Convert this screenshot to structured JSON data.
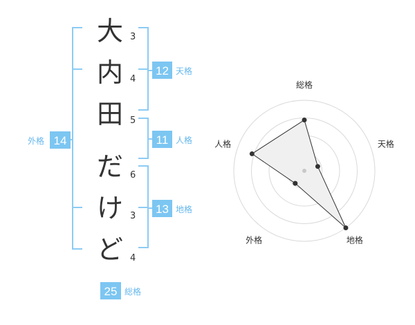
{
  "colors": {
    "accent": "#7cc6f2",
    "bracket": "#8ccbf4",
    "label": "#66b8ee",
    "text": "#333333",
    "polygon_fill": "#f0f0f0",
    "ring": "#d9d9d9"
  },
  "name": {
    "characters": [
      {
        "char": "大",
        "strokes": "3"
      },
      {
        "char": "内",
        "strokes": "4"
      },
      {
        "char": "田",
        "strokes": "5"
      },
      {
        "char": "だ",
        "strokes": "6"
      },
      {
        "char": "け",
        "strokes": "3"
      },
      {
        "char": "ど",
        "strokes": "4"
      }
    ]
  },
  "fortunes": {
    "tenkaku": {
      "value": "12",
      "label": "天格"
    },
    "jinkaku": {
      "value": "11",
      "label": "人格"
    },
    "chikaku": {
      "value": "13",
      "label": "地格"
    },
    "gaikaku": {
      "value": "14",
      "label": "外格"
    },
    "soukaku": {
      "value": "25",
      "label": "総格"
    }
  },
  "chart_data": {
    "type": "radar",
    "axes": [
      "総格",
      "天格",
      "地格",
      "外格",
      "人格"
    ],
    "values": [
      0.72,
      0.2,
      1.0,
      0.22,
      0.78
    ],
    "rings": 4,
    "grid": true
  }
}
